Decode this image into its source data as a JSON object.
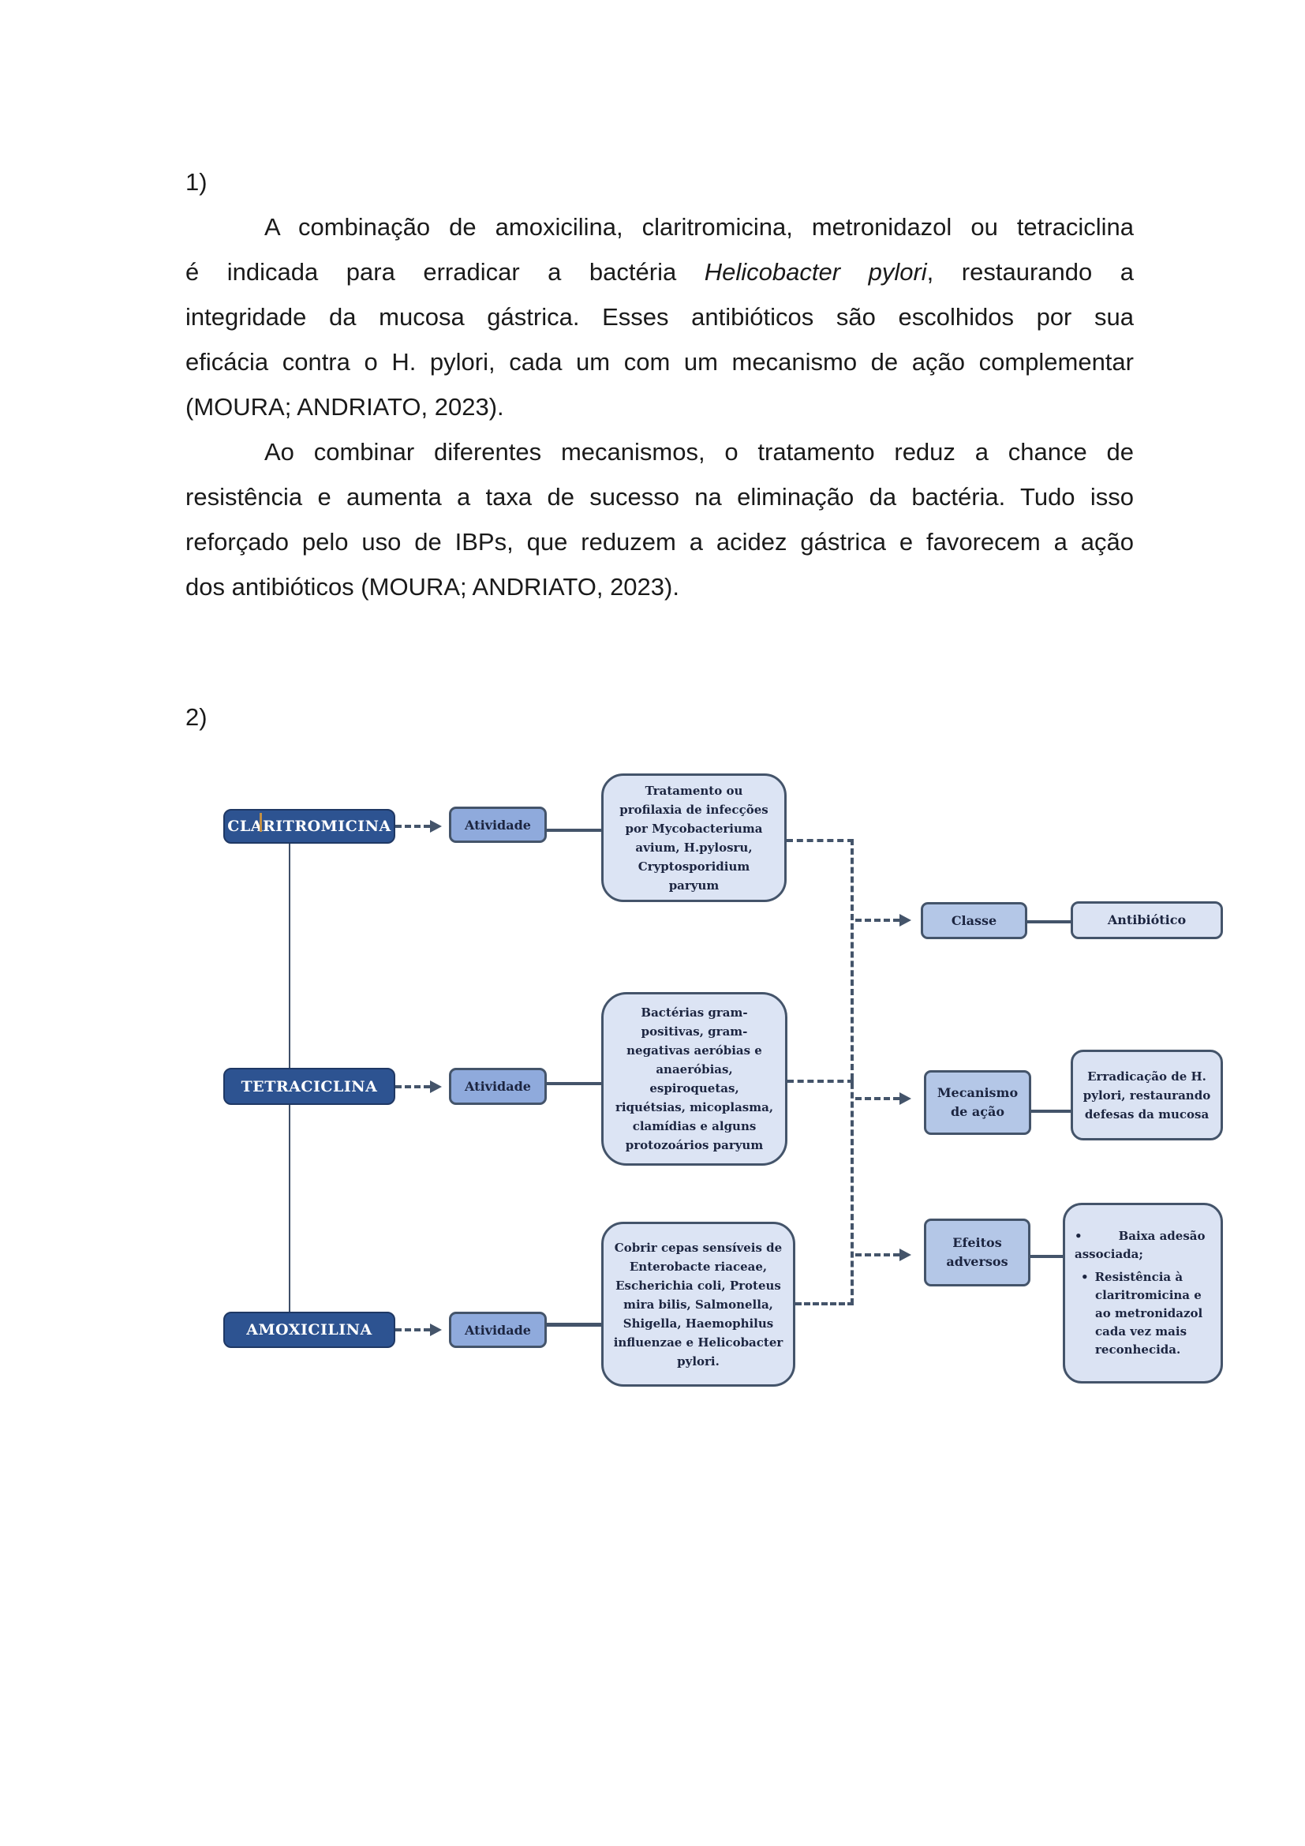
{
  "page": {
    "item1_label": "1)",
    "item2_label": "2)"
  },
  "essay": {
    "p1": {
      "l1": "A combinação de amoxicilina, claritromicina, metronidazol ou tetraciclina",
      "l2a": "é indicada para erradicar a bactéria ",
      "l2b": "Helicobacter pylori",
      "l2c": ", restaurando a",
      "l3": "integridade da mucosa gástrica. Esses antibióticos são escolhidos por sua",
      "l4": "eficácia contra o H. pylori, cada um com um mecanismo de ação complementar",
      "l5": "(MOURA; ANDRIATO, 2023)."
    },
    "p2": {
      "l1": "Ao combinar diferentes mecanismos, o tratamento reduz a chance de",
      "l2": "resistência e aumenta a taxa de sucesso na eliminação da bactéria. Tudo isso",
      "l3": "reforçado pelo uso de IBPs, que reduzem a acidez gástrica e favorecem a ação",
      "l4": "dos antibióticos (MOURA; ANDRIATO, 2023)."
    }
  },
  "diagram": {
    "drugs": [
      {
        "name": "CLARITROMICINA",
        "activity_label": "Atividade",
        "activity_text": "Tratamento ou profilaxia de infecções por Mycobacteriuma avium, H.pylosru, Cryptosporidium paryum"
      },
      {
        "name": "TETRACICLINA",
        "activity_label": "Atividade",
        "activity_text": "Bactérias gram-positivas, gram-negativas aeróbias e anaeróbias, espiroquetas, riquétsias, micoplasma, clamídias e alguns protozoários paryum"
      },
      {
        "name": "AMOXICILINA",
        "activity_label": "Atividade",
        "activity_text": "Cobrir cepas sensíveis de Enterobacte riaceae, Escherichia coli, Proteus mira bilis, Salmonella, Shigella, Haemophilus influenzae e Helicobacter pylori."
      }
    ],
    "class_row": {
      "label": "Classe",
      "value": "Antibiótico"
    },
    "mechanism_row": {
      "label": "Mecanismo de ação",
      "value": "Erradicação de H. pylori, restaurando defesas da mucosa"
    },
    "adverse_row": {
      "label": "Efeitos adversos",
      "bullet": "•",
      "items": [
        "Baixa adesão associada;",
        "Resistência à claritromicina e ao metronidazol cada vez mais reconhecida."
      ]
    },
    "colors": {
      "drug_fill": "#2d5391",
      "drug_border": "#1f3864",
      "drug_text": "#ffffff",
      "activity_fill": "#8faadc",
      "label_fill": "#b4c7e7",
      "value_fill": "#dbe3f3",
      "big_fill": "#dce4f4",
      "box_border": "#44546a",
      "connector": "#44546a",
      "ink": "#1c2540",
      "cursor": "#c49044"
    }
  }
}
